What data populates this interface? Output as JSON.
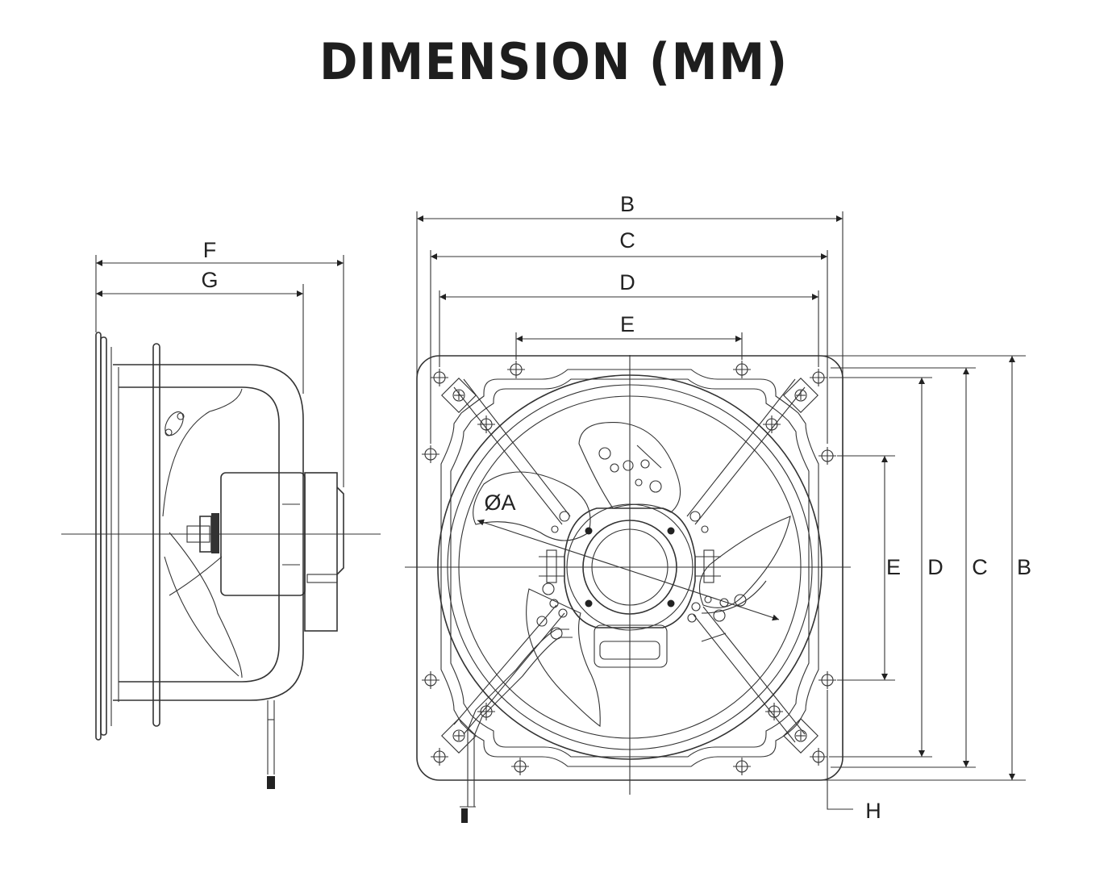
{
  "title": "DIMENSION (MM)",
  "side_view": {
    "labels": {
      "f": "F",
      "g": "G"
    }
  },
  "front_view": {
    "labels": {
      "b_top": "B",
      "c_top": "C",
      "d_top": "D",
      "e_top": "E",
      "diameter": "ØA",
      "e_right": "E",
      "d_right": "D",
      "c_right": "C",
      "b_right": "B",
      "h": "H"
    }
  },
  "colors": {
    "line": "#333333",
    "title": "#1e1e1e"
  }
}
